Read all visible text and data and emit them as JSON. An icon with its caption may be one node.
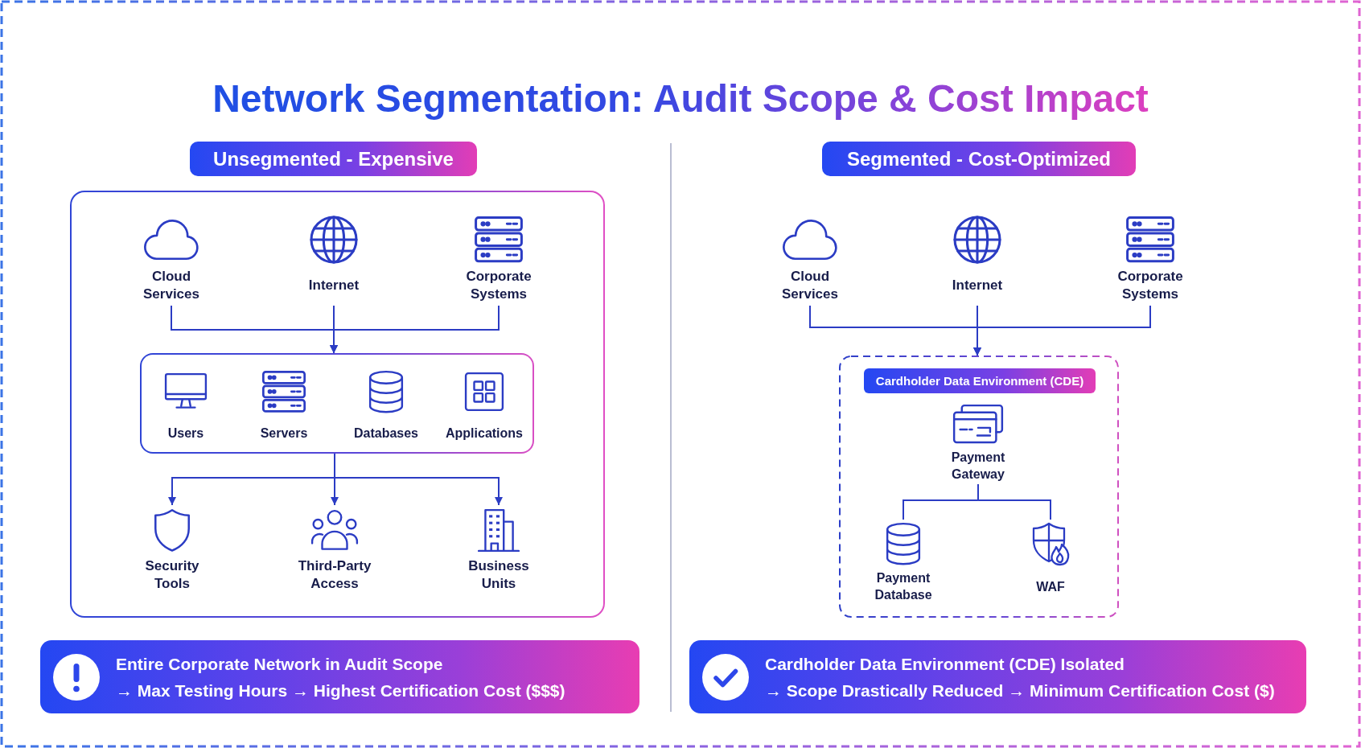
{
  "diagram": {
    "title": "Network Segmentation: Audit Scope & Cost Impact",
    "nodes": [
      {
        "text": [
          "Unsegmented - Expensive"
        ]
      },
      {
        "text": [],
        "shape": "box"
      },
      {
        "text": [
          "Cloud Services"
        ],
        "in": 1
      },
      {
        "text": [
          "Internet"
        ],
        "in": 1
      },
      {
        "text": [
          "Corporate Systems"
        ],
        "in": 1
      },
      {
        "text": [],
        "shape": "box",
        "in": 1
      },
      {
        "text": [
          "Users"
        ],
        "in": 5
      },
      {
        "text": [
          "Servers"
        ],
        "in": 5
      },
      {
        "text": [
          "Databases"
        ],
        "in": 5
      },
      {
        "text": [
          "Applications"
        ],
        "in": 5
      },
      {
        "text": [
          "Security Tools"
        ],
        "in": 1
      },
      {
        "text": [
          "Third-Party Access"
        ],
        "in": 1
      },
      {
        "text": [
          "Business Units"
        ],
        "in": 1
      },
      {
        "text": [
          "Entire Corporate Network in Audit Scope",
          "→ Max Testing Hours → Highest Certification Cost ($$$)"
        ]
      },
      {
        "text": [
          "Segmented - Cost-Optimized"
        ]
      },
      {
        "text": [
          "Cloud Services"
        ]
      },
      {
        "text": [
          "Internet"
        ]
      },
      {
        "text": [
          "Corporate Systems"
        ]
      },
      {
        "text": [],
        "shape": "box"
      },
      {
        "text": [
          "Cardholder Data Environment (CDE)"
        ],
        "in": 18
      },
      {
        "text": [
          "Payment Gateway"
        ],
        "in": 18
      },
      {
        "text": [
          "Payment Database"
        ],
        "in": 18
      },
      {
        "text": [
          "WAF"
        ],
        "in": 18
      },
      {
        "text": [
          "Cardholder Data Environment (CDE) Isolated",
          "→ Scope Drastically Reduced → Minimum Certification Cost ($)"
        ]
      }
    ],
    "edges": [
      {
        "from": 2,
        "to": 5,
        "arrow": "to"
      },
      {
        "from": 3,
        "to": 5,
        "arrow": "to"
      },
      {
        "from": 4,
        "to": 5,
        "arrow": "to"
      },
      {
        "from": 5,
        "to": 10,
        "arrow": "to"
      },
      {
        "from": 5,
        "to": 11,
        "arrow": "to"
      },
      {
        "from": 5,
        "to": 12,
        "arrow": "to"
      },
      {
        "from": 15,
        "to": 18,
        "arrow": "to"
      },
      {
        "from": 16,
        "to": 18,
        "arrow": "to"
      },
      {
        "from": 17,
        "to": 18,
        "arrow": "to"
      },
      {
        "from": 20,
        "to": 21,
        "arrow": "none"
      },
      {
        "from": 20,
        "to": 22,
        "arrow": "none"
      }
    ]
  }
}
